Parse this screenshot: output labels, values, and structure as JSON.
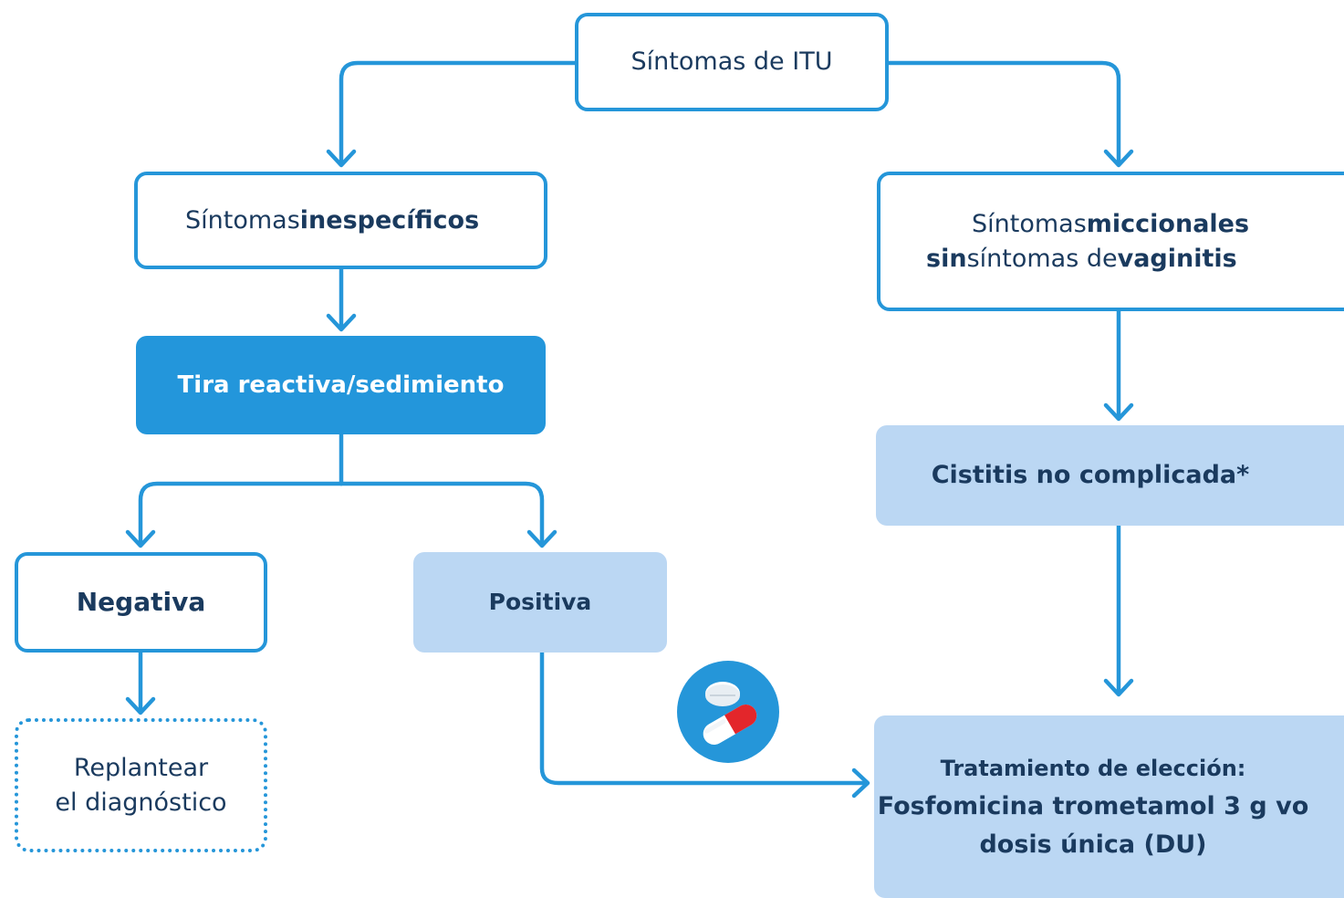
{
  "nodes": {
    "sintomas_itu": "Síntomas de ITU",
    "inespecificos": {
      "pre": "Síntomas",
      "bold": "inespecíficos"
    },
    "miccionales": {
      "l1_pre": "Síntomas",
      "l1_bold": "miccionales",
      "l2_bold1": "sin",
      "l2_mid": "síntomas de",
      "l2_bold2": "vaginitis"
    },
    "tira": "Tira reactiva/sedimiento",
    "cistitis": "Cistitis no complicada*",
    "negativa": "Negativa",
    "positiva": "Positiva",
    "replantear": {
      "l1": "Replantear",
      "l2": "el diagnóstico"
    },
    "tratamiento": {
      "l1": "Tratamiento de elección:",
      "l2": "Fosfomicina trometamol 3 g vo",
      "l3": "dosis única (DU)"
    }
  },
  "icons": {
    "pill": "pill-capsule-icon"
  },
  "colors": {
    "primary": "#2596d9",
    "light_fill": "#bbd7f3",
    "text": "#1a3a5e",
    "pill_red": "#e3262b"
  }
}
